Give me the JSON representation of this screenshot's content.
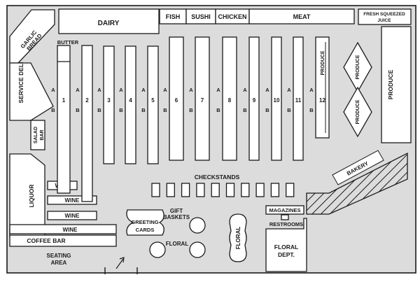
{
  "colors": {
    "floor": "#dcdcdc",
    "ink": "#1a1a1a",
    "fixture": "#ffffff"
  },
  "labels": {
    "dairy": "DAIRY",
    "fish": "FISH",
    "sushi": "SUSHI",
    "chicken": "CHICKEN",
    "meat": "MEAT",
    "juice_line1": "FRESH SQUEEZED",
    "juice_line2": "JUICE",
    "garlic_line1": "GARLIC",
    "garlic_line2": "BREAD",
    "butter": "BUTTER",
    "service_deli": "SERVICE DELI",
    "salad_line1": "SALAD",
    "salad_line2": "BAR",
    "liquor": "LIQUOR",
    "wine": "WINE",
    "coffee_bar": "COFFEE BAR",
    "seating_line1": "SEATING",
    "seating_line2": "AREA",
    "checkstands": "CHECKSTANDS",
    "bakery": "BAKERY",
    "magazines": "MAGAZINES",
    "restrooms": "RESTROOMS",
    "gift_line1": "GIFT",
    "gift_line2": "BASKETS",
    "greeting_line1": "GREETING",
    "greeting_line2": "CARDS",
    "floral": "FLORAL",
    "floral_dept_line1": "FLORAL",
    "floral_dept_line2": "DEPT.",
    "produce": "PRODUCE"
  },
  "aisle_numbers": [
    "1",
    "2",
    "3",
    "4",
    "5",
    "6",
    "7",
    "8",
    "9",
    "10",
    "11",
    "12"
  ],
  "aisle_side_a": "A",
  "aisle_side_b": "B"
}
